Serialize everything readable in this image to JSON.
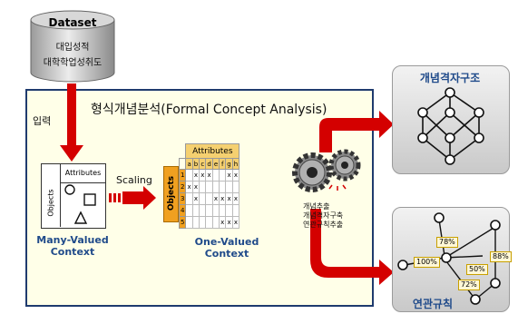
{
  "dataset": {
    "title": "Dataset",
    "line1": "대입성적",
    "line2": "대학학업성취도"
  },
  "input_label": "입력",
  "fca_title": "형식개념분석(Formal Concept Analysis)",
  "many_valued": {
    "header": "Attributes",
    "rows_label": "Objects",
    "caption_line1": "Many-Valued",
    "caption_line2": "Context"
  },
  "scaling_label": "Scaling",
  "one_valued": {
    "header": "Attributes",
    "rows_label": "Objects",
    "columns": [
      "a",
      "b",
      "c",
      "d",
      "e",
      "f",
      "g",
      "h"
    ],
    "rows": [
      {
        "id": "1",
        "cells": [
          "",
          "x",
          "x",
          "x",
          "",
          "",
          "x",
          "x"
        ]
      },
      {
        "id": "2",
        "cells": [
          "x",
          "x",
          "",
          "",
          "",
          "",
          "",
          ""
        ]
      },
      {
        "id": "3",
        "cells": [
          "",
          "x",
          "",
          "",
          "x",
          "x",
          "x",
          "x"
        ]
      },
      {
        "id": "4",
        "cells": [
          "",
          "",
          "",
          "",
          "",
          "",
          "",
          ""
        ]
      },
      {
        "id": "5",
        "cells": [
          "",
          "",
          "",
          "",
          "",
          "x",
          "x",
          "x"
        ]
      }
    ],
    "caption_line1": "One-Valued",
    "caption_line2": "Context"
  },
  "process_labels": [
    "개념추출",
    "개념격자구축",
    "연관규칙추출"
  ],
  "lattice_panel": {
    "title": "개념격자구조"
  },
  "rules_panel": {
    "title": "연관규칙",
    "percentages": [
      "78%",
      "100%",
      "50%",
      "88%",
      "72%"
    ]
  },
  "colors": {
    "arrow": "#d40000",
    "frame": "#1f3b6e",
    "box_fill": "#ffffe8",
    "title_blue": "#1f4a8a"
  }
}
